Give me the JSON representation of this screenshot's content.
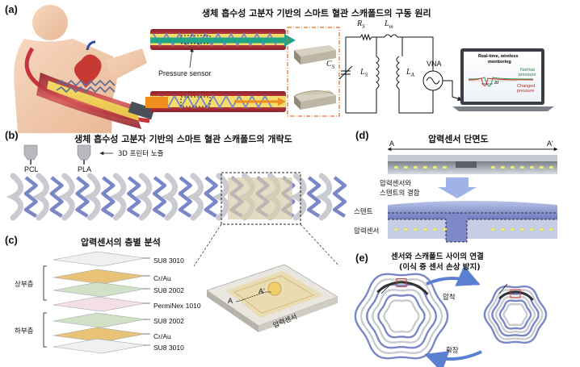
{
  "panels": {
    "a": {
      "label": "(a)",
      "title": "생체 흡수성 고분자 기반의 스마트 혈관 스캐폴드의 구동 원리",
      "pressure_sensor": "Pressure sensor",
      "circuit": {
        "rs": "R",
        "rs_sub": "S",
        "lm": "L",
        "lm_sub": "m",
        "cs": "C",
        "cs_sub": "S",
        "ls": "L",
        "ls_sub": "S",
        "la": "L",
        "la_sub": "A",
        "vna": "VNA"
      },
      "laptop": {
        "title_line1": "Real-time, wireless",
        "title_line2": "monitoring",
        "normal": "Normal",
        "normal2": "pressure",
        "changed": "Changed",
        "changed2": "pressure",
        "delta": "Δf"
      }
    },
    "b": {
      "label": "(b)",
      "title": "생체 흡수성 고분자 기반의 스마트 혈관 스캐폴드의 개략도",
      "nozzle_pcl": "PCL",
      "nozzle_pla": "PLA",
      "print_label": "3D 프린터 노즐"
    },
    "c": {
      "label": "(c)",
      "title": "압력센서의 층별 분석",
      "upper_group": "상부층",
      "lower_group": "하부층",
      "layers": [
        "SU8 3010",
        "Cr/Au",
        "SU8 2002",
        "PermiNex 1010",
        "SU8 2002",
        "Cr/Au",
        "SU8 3010"
      ],
      "device_label": "압력센서",
      "section_a": "A",
      "section_a2": "A'"
    },
    "d": {
      "label": "(d)",
      "title": "압력센서 단면도",
      "a_left": "A",
      "a_right": "A'",
      "combine_line1": "압력센서와",
      "combine_line2": "스텐트의 결합",
      "stent": "스텐트",
      "sensor": "압력센서"
    },
    "e": {
      "label": "(e)",
      "title_line1": "센서와 스캐폴드 사이의 연결",
      "title_line2": "(이식 중 센서 손상 방지)",
      "compress": "압착",
      "expand": "확장"
    }
  },
  "colors": {
    "stent_blue": "#7b86c6",
    "stent_gray": "#c9cbd0",
    "vessel_red": "#b8323a",
    "sensor_gold": "#e0b04a",
    "arrow_teal": "#1f8f7a",
    "arrow_orange": "#ef8d1d",
    "dash_orange": "#e06a1f",
    "led_yellow": "#eef08a"
  }
}
